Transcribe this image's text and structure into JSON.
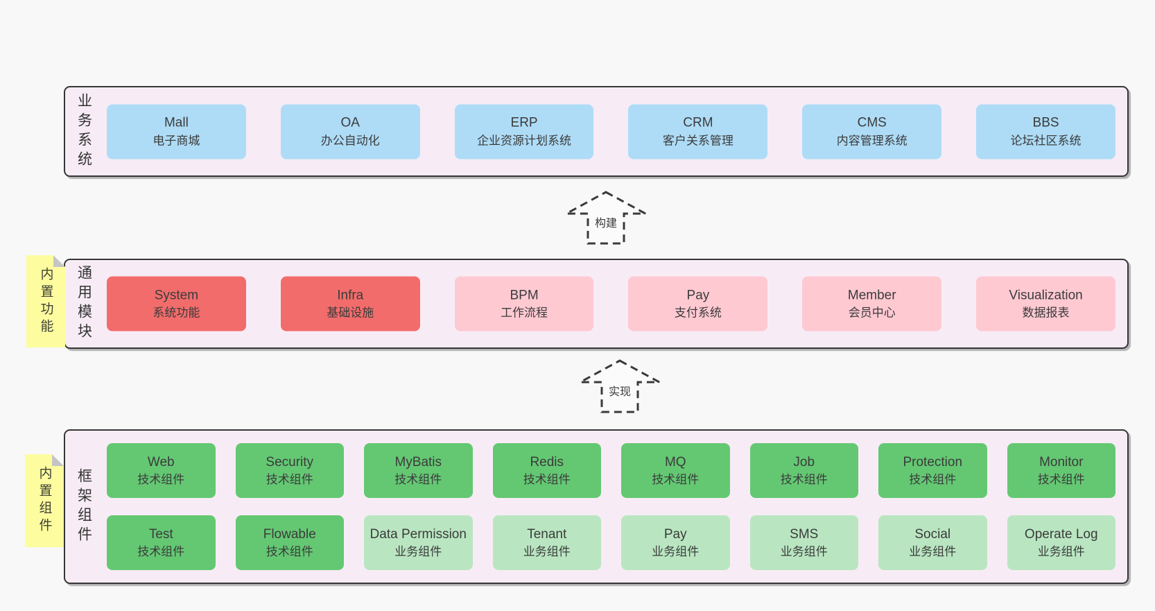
{
  "colors": {
    "page_bg": "#f8f8f8",
    "layer_bg": "#f7ecf5",
    "layer_border": "#363636",
    "blue_box": "#aedcf7",
    "red_box": "#f26c6c",
    "pink_box": "#ffc9d2",
    "green_box": "#64c873",
    "light_green_box": "#b9e6c1",
    "note_yellow": "#fdfd9f",
    "note_fold": "#c5c5c5",
    "text": "#3b3b3b"
  },
  "layers": {
    "business": {
      "label": "业务系统",
      "boxes": [
        {
          "name": "Mall",
          "subtitle": "电子商城"
        },
        {
          "name": "OA",
          "subtitle": "办公自动化"
        },
        {
          "name": "ERP",
          "subtitle": "企业资源计划系统"
        },
        {
          "name": "CRM",
          "subtitle": "客户关系管理"
        },
        {
          "name": "CMS",
          "subtitle": "内容管理系统"
        },
        {
          "name": "BBS",
          "subtitle": "论坛社区系统"
        }
      ]
    },
    "modules": {
      "label": "通用模块",
      "note": "内置功能",
      "boxes": [
        {
          "name": "System",
          "subtitle": "系统功能"
        },
        {
          "name": "Infra",
          "subtitle": "基础设施"
        },
        {
          "name": "BPM",
          "subtitle": "工作流程"
        },
        {
          "name": "Pay",
          "subtitle": "支付系统"
        },
        {
          "name": "Member",
          "subtitle": "会员中心"
        },
        {
          "name": "Visualization",
          "subtitle": "数据报表"
        }
      ]
    },
    "components": {
      "label": "框架组件",
      "note": "内置组件",
      "row1": [
        {
          "name": "Web",
          "subtitle": "技术组件"
        },
        {
          "name": "Security",
          "subtitle": "技术组件"
        },
        {
          "name": "MyBatis",
          "subtitle": "技术组件"
        },
        {
          "name": "Redis",
          "subtitle": "技术组件"
        },
        {
          "name": "MQ",
          "subtitle": "技术组件"
        },
        {
          "name": "Job",
          "subtitle": "技术组件"
        },
        {
          "name": "Protection",
          "subtitle": "技术组件"
        },
        {
          "name": "Monitor",
          "subtitle": "技术组件"
        }
      ],
      "row2": [
        {
          "name": "Test",
          "subtitle": "技术组件"
        },
        {
          "name": "Flowable",
          "subtitle": "技术组件"
        },
        {
          "name": "Data Permission",
          "subtitle": "业务组件"
        },
        {
          "name": "Tenant",
          "subtitle": "业务组件"
        },
        {
          "name": "Pay",
          "subtitle": "业务组件"
        },
        {
          "name": "SMS",
          "subtitle": "业务组件"
        },
        {
          "name": "Social",
          "subtitle": "业务组件"
        },
        {
          "name": "Operate Log",
          "subtitle": "业务组件"
        }
      ]
    }
  },
  "arrows": {
    "build": "构建",
    "implement": "实现"
  }
}
